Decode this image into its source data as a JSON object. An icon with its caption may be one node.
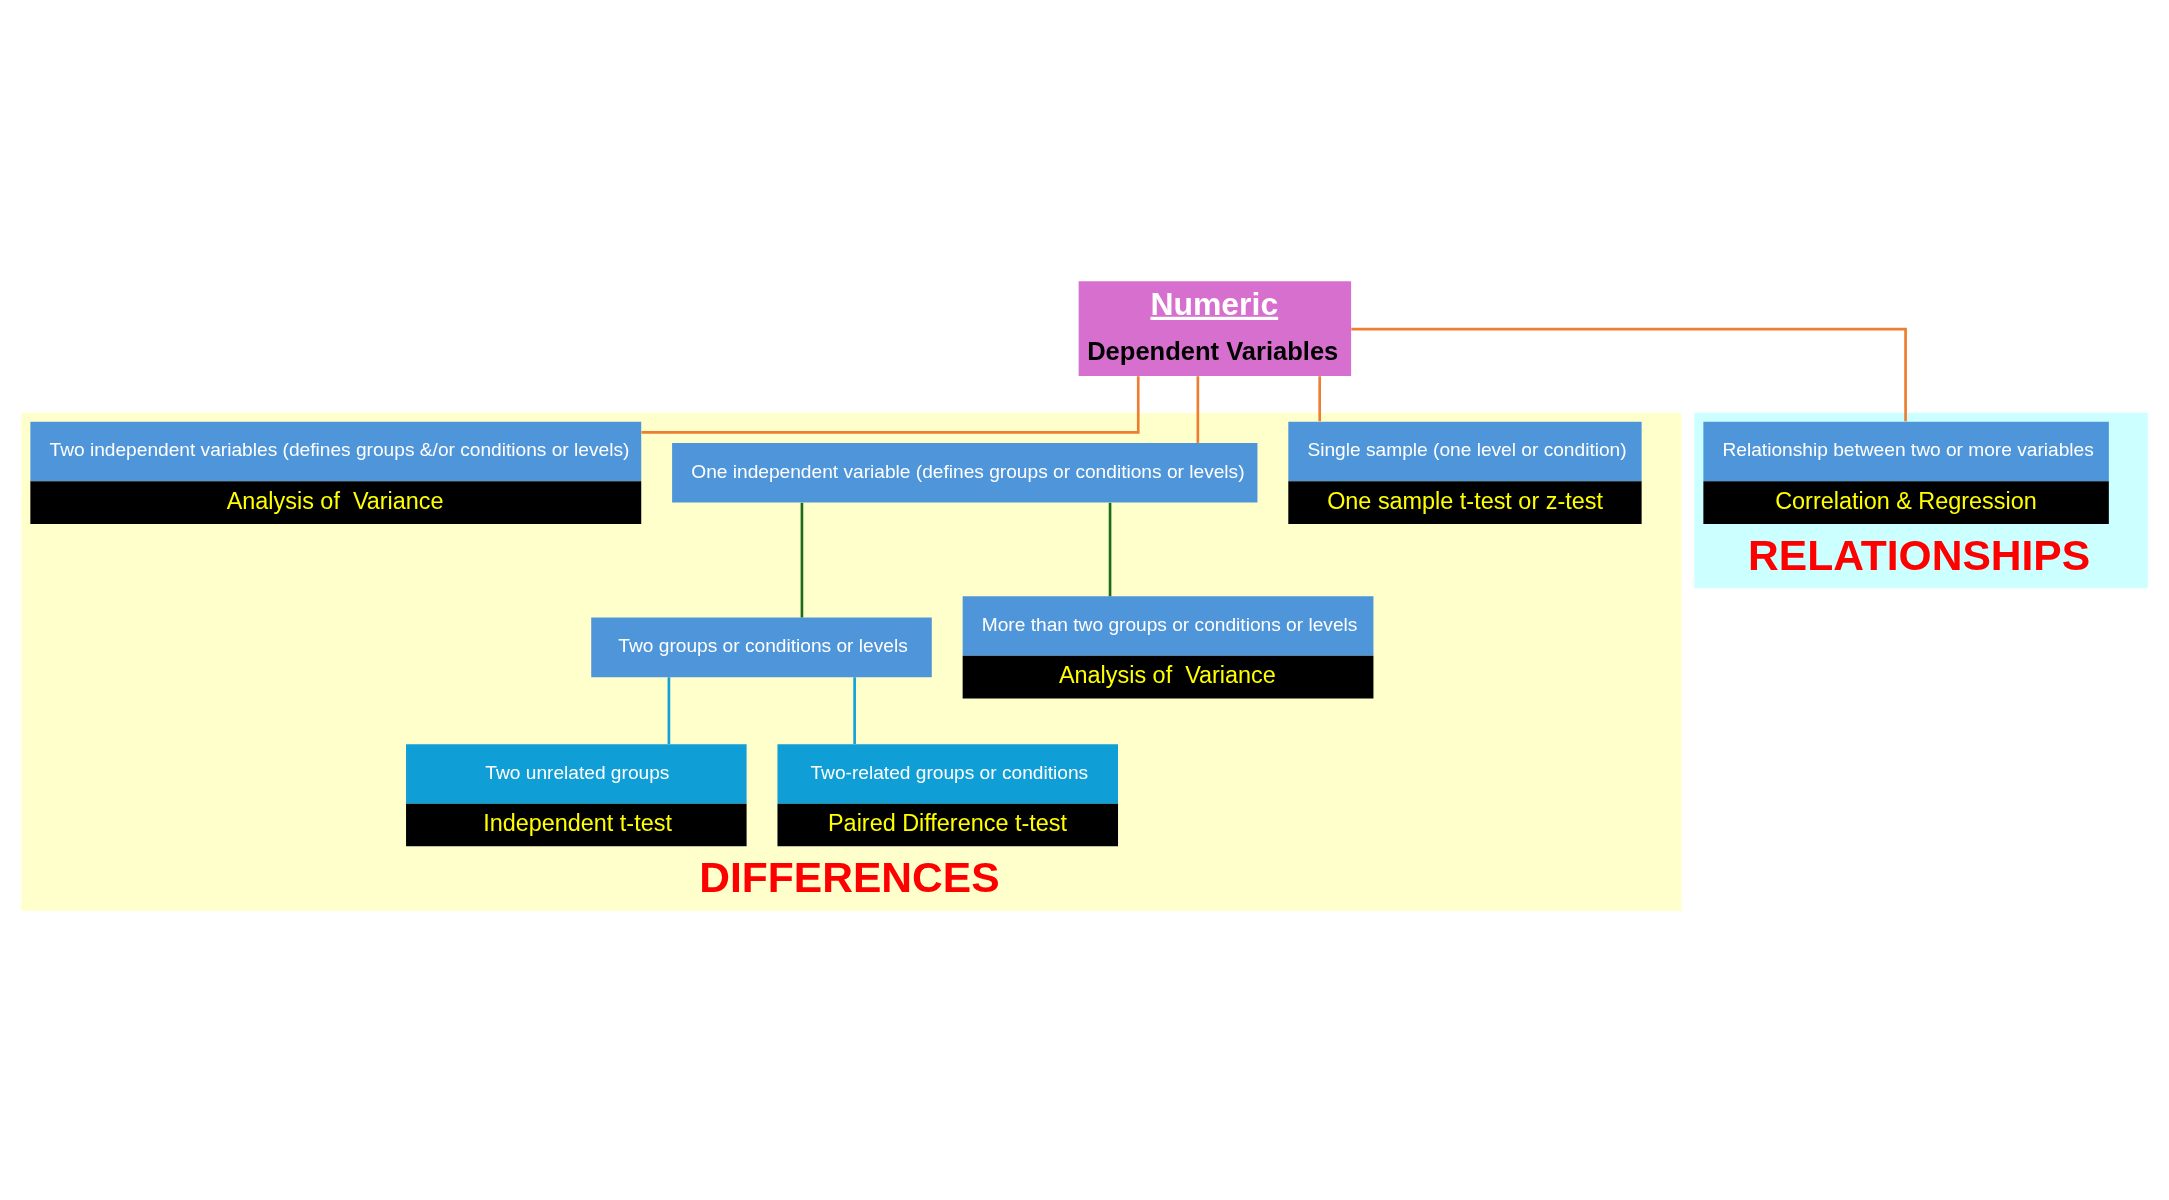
{
  "diagram": {
    "nodes": [
      {
        "text": [
          "Numeric",
          "Dependent Variables"
        ]
      },
      {
        "text": [
          "DIFFERENCES"
        ]
      },
      {
        "text": [
          "Single sample (one level or condition)",
          "One sample t-test or z-test"
        ],
        "in": 1
      },
      {
        "text": [
          "One independent variable (defines groups or conditions or levels)"
        ],
        "in": 1
      },
      {
        "text": [
          "Two independent variables (defines groups &/or conditions or levels)",
          "Analysis of  Variance"
        ],
        "in": 1
      },
      {
        "text": [
          "Two groups or conditions or levels"
        ],
        "in": 1
      },
      {
        "text": [
          "More than two groups or conditions or levels",
          "Analysis of  Variance"
        ],
        "in": 1
      },
      {
        "text": [
          "Two unrelated groups",
          "Independent t-test"
        ],
        "in": 1
      },
      {
        "text": [
          "Two-related groups or conditions",
          "Paired Difference t-test"
        ],
        "in": 1
      },
      {
        "text": [
          "RELATIONSHIPS"
        ]
      },
      {
        "text": [
          "Relationship between two or more variables",
          "Correlation & Regression"
        ],
        "in": 9
      }
    ],
    "edges": [
      {
        "from": 0,
        "to": 2,
        "arrow": "none"
      },
      {
        "from": 0,
        "to": 3,
        "arrow": "none"
      },
      {
        "from": 0,
        "to": 4,
        "arrow": "none"
      },
      {
        "from": 0,
        "to": 10,
        "arrow": "none"
      },
      {
        "from": 3,
        "to": 5,
        "arrow": "none",
        "color": "#1e6b1e"
      },
      {
        "from": 3,
        "to": 6,
        "arrow": "none",
        "color": "#1e6b1e"
      },
      {
        "from": 5,
        "to": 7,
        "arrow": "none",
        "color": "#12a0d8"
      },
      {
        "from": 5,
        "to": 8,
        "arrow": "none",
        "color": "#12a0d8"
      }
    ]
  }
}
